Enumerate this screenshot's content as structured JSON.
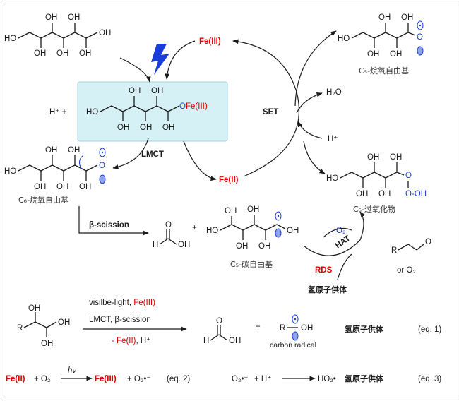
{
  "labels": {
    "fe3_top": "Fe(III)",
    "fe2_mid": "Fe(II)",
    "set": "SET",
    "lmct": "LMCT",
    "h2o": "H₂O",
    "h_plus_right": "H⁺",
    "h_plus_left": "H⁺  +",
    "complex_ofe": "OFe(III)",
    "o_fe_o": "O",
    "beta_scission": "β-scission",
    "plus": "+",
    "o2": "O₂",
    "hat": "HAT",
    "rds": "RDS",
    "or_o2": "or O₂",
    "h_donor": "氢原子供体",
    "c6_radical": "C₆-烷氧自由基",
    "c5_alkoxy": "C₅-烷氧自由基",
    "c5_peroxide": "C₅-过氧化物",
    "c5_carbon": "C₅-碳自由基",
    "oh": "OH",
    "ho": "HO",
    "h": "H",
    "o": "O",
    "r": "R",
    "oo_h": "O-OH"
  },
  "eq1": {
    "above_1": "visilbe-light, ",
    "above_1_red": "Fe(III)",
    "above_2": "LMCT, β-scission",
    "below_red": "- Fe(II)",
    "below": ", H⁺",
    "carbon_radical": "carbon radical",
    "donor": "氢原子供体",
    "tag": "(eq. 1)"
  },
  "eq2": {
    "fe2": "Fe(II)",
    "plus1": "+  O₂",
    "hv": "hν",
    "fe3": "Fe(III)",
    "plus2": "+  O₂•⁻",
    "tag": "(eq. 2)"
  },
  "eq3": {
    "o2m": "O₂•⁻",
    "plus": "+  H⁺",
    "ho2": "HO₂•",
    "donor": "氢原子供体",
    "tag": "(eq. 3)"
  },
  "colors": {
    "red": "#e00000",
    "blue": "#1a3cd8",
    "highlight_fill": "#d6f1f6",
    "highlight_stroke": "#9fd3de",
    "orbital": "#8fa4ea"
  }
}
